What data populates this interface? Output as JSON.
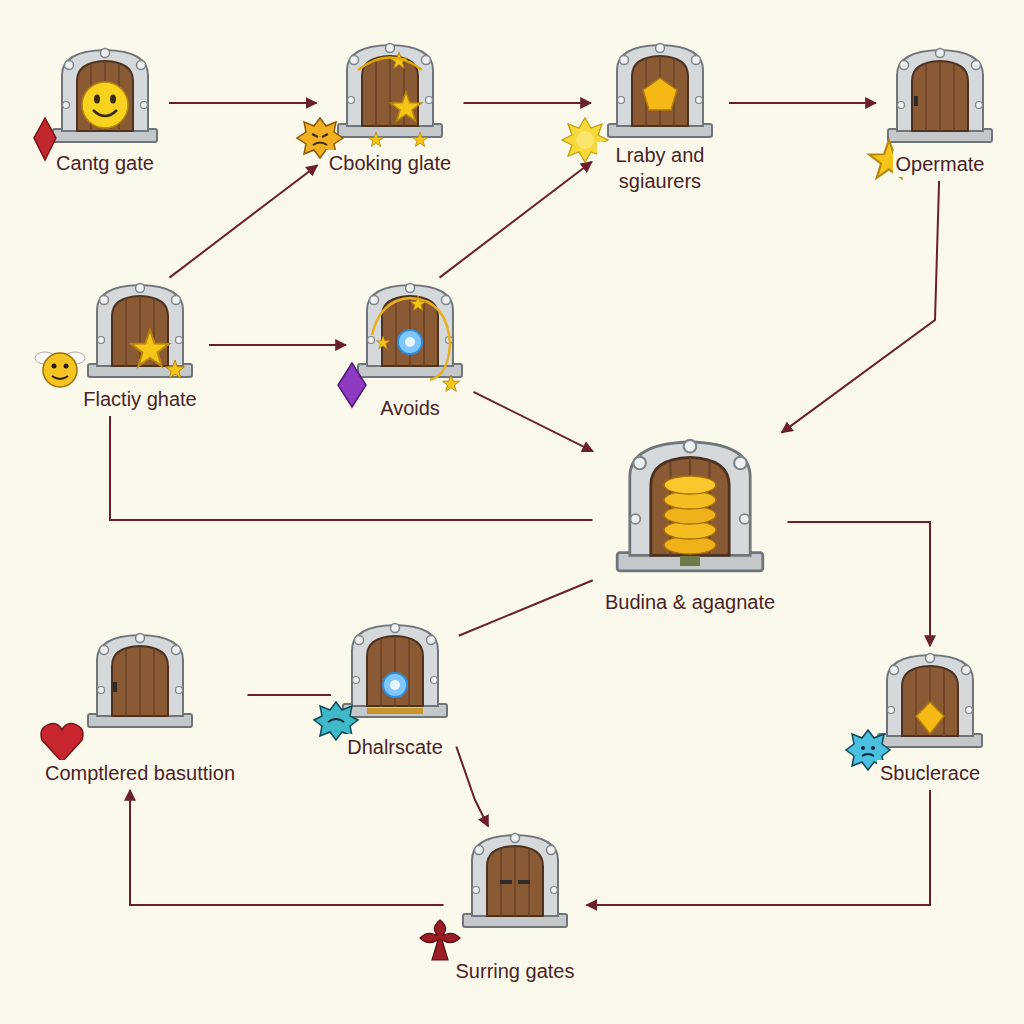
{
  "diagram": {
    "nodes": [
      {
        "text": [
          "Cantg gate"
        ]
      },
      {
        "text": [
          "Cboking glate"
        ]
      },
      {
        "text": [
          "Lraby and sgiaurers"
        ]
      },
      {
        "text": [
          "Opermate"
        ]
      },
      {
        "text": [
          "Flactiy ghate"
        ]
      },
      {
        "text": [
          "Avoids"
        ]
      },
      {
        "text": [
          "Budina & agagnate"
        ]
      },
      {
        "text": [
          "Comptlered basuttion"
        ]
      },
      {
        "text": [
          "Dhalrscate"
        ]
      },
      {
        "text": [
          "Sbuclerace"
        ]
      },
      {
        "text": [
          "Surring gates"
        ]
      }
    ],
    "edges": [
      {
        "from": 0,
        "to": 1,
        "arrow": "to"
      },
      {
        "from": 1,
        "to": 2,
        "arrow": "to"
      },
      {
        "from": 2,
        "to": 3,
        "arrow": "to"
      },
      {
        "from": 4,
        "to": 1,
        "arrow": "to"
      },
      {
        "from": 4,
        "to": 5,
        "arrow": "to"
      },
      {
        "from": 5,
        "to": 2,
        "arrow": "to"
      },
      {
        "from": 5,
        "to": 6,
        "arrow": "to"
      },
      {
        "from": 3,
        "to": 6,
        "arrow": "to"
      },
      {
        "from": 4,
        "to": 6,
        "arrow": "none"
      },
      {
        "from": 6,
        "to": 9,
        "arrow": "to"
      },
      {
        "from": 6,
        "to": 8,
        "arrow": "none"
      },
      {
        "from": 7,
        "to": 8,
        "arrow": "none"
      },
      {
        "from": 8,
        "to": 10,
        "arrow": "to"
      },
      {
        "from": 9,
        "to": 10,
        "arrow": "to"
      },
      {
        "from": 10,
        "to": 7,
        "arrow": "to"
      }
    ]
  }
}
